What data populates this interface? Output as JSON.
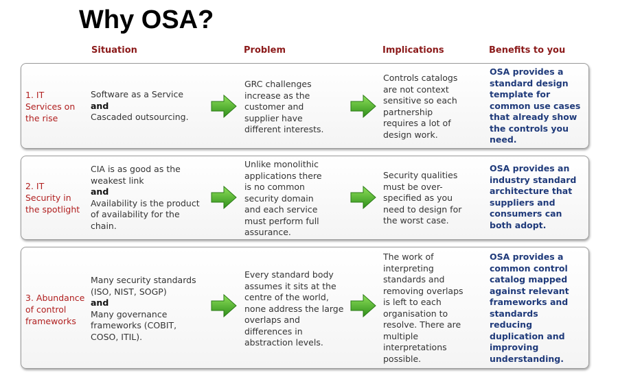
{
  "title": "Why OSA?",
  "headers": {
    "situation": "Situation",
    "problem": "Problem",
    "implications": "Implications",
    "benefits": "Benefits to you"
  },
  "rows": [
    {
      "number": [
        "1. IT",
        "Services on",
        "the rise"
      ],
      "situation": [
        {
          "text": "Software as a Service",
          "bold": false
        },
        {
          "text": "and",
          "bold": true
        },
        {
          "text": "Cascaded outsourcing.",
          "bold": false
        }
      ],
      "problem": [
        "GRC challenges",
        "increase as the",
        "customer and",
        "supplier have",
        "different interests."
      ],
      "implications": [
        "Controls catalogs",
        "are not context",
        "sensitive so each",
        "partnership",
        "requires a lot of",
        "design work."
      ],
      "benefits": [
        "OSA provides a",
        "standard design",
        "template for",
        "common use cases",
        "that already show",
        "the controls you",
        "need."
      ]
    },
    {
      "number": [
        "2. IT",
        "Security in",
        "the spotlight"
      ],
      "situation": [
        {
          "text": "CIA is as good as the",
          "bold": false
        },
        {
          "text": "weakest link",
          "bold": false
        },
        {
          "text": "and",
          "bold": true
        },
        {
          "text": "Availability is the product",
          "bold": false
        },
        {
          "text": "of availability for the",
          "bold": false
        },
        {
          "text": "chain.",
          "bold": false
        }
      ],
      "problem": [
        "Unlike monolithic",
        "applications there",
        "is no common",
        "security domain",
        "and each service",
        "must perform full",
        "assurance."
      ],
      "implications": [
        "Security qualities",
        "must be over-",
        "specified as you",
        "need to design for",
        "the worst case."
      ],
      "benefits": [
        "OSA provides an",
        "industry standard",
        "architecture that",
        "suppliers and",
        "consumers can",
        "both adopt."
      ]
    },
    {
      "number": [
        "3. Abundance",
        "of control",
        "frameworks"
      ],
      "situation": [
        {
          "text": "Many security standards",
          "bold": false
        },
        {
          "text": "(ISO, NIST, SOGP)",
          "bold": false
        },
        {
          "text": "and",
          "bold": true
        },
        {
          "text": "Many governance",
          "bold": false
        },
        {
          "text": "frameworks (COBIT,",
          "bold": false
        },
        {
          "text": "COSO, ITIL).",
          "bold": false
        }
      ],
      "problem": [
        "Every standard body",
        "assumes it sits at the",
        "centre of the world,",
        "none address the large",
        "overlaps and",
        "differences in",
        "abstraction levels."
      ],
      "implications": [
        "The work of",
        "interpreting",
        "standards and",
        "removing overlaps",
        "is left to each",
        "organisation to",
        "resolve. There are",
        "multiple",
        "interpretations",
        "possible."
      ],
      "benefits": [
        "OSA provides a",
        "common control",
        "catalog mapped",
        "against relevant",
        "frameworks and",
        "standards",
        "reducing",
        "duplication and",
        "improving",
        "understanding."
      ]
    }
  ],
  "colors": {
    "header": "#8b1a1a",
    "number": "#b01e1e",
    "benefits": "#1f3a7a",
    "arrow": "#4caf2a"
  }
}
